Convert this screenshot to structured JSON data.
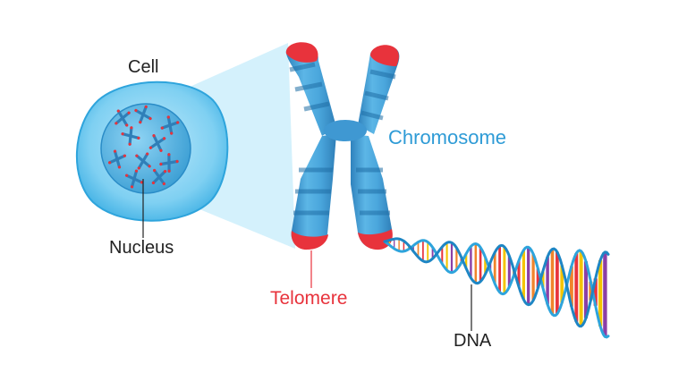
{
  "labels": {
    "cell": "Cell",
    "nucleus": "Nucleus",
    "chromosome": "Chromosome",
    "telomere": "Telomere",
    "dna": "DNA"
  },
  "colors": {
    "cell_fill": "#7fd0f2",
    "cell_edge": "#2ea4dc",
    "nucleus_fill": "#3a9fd3",
    "chromosome_main": "#4aa6dc",
    "chromosome_dark": "#2f7fb8",
    "telomere": "#e8333c",
    "chromosome_label": "#2e9bd6",
    "telomere_label": "#e8333c",
    "dna_backbone": "#2ea4dc",
    "base_pairs": [
      "#e8333c",
      "#f4c400",
      "#8b3fa6",
      "#f0842c"
    ]
  },
  "icons": {
    "cell": "cell-icon",
    "nucleus": "nucleus-icon",
    "chromosome": "chromosome-icon",
    "dna": "dna-helix-icon"
  }
}
